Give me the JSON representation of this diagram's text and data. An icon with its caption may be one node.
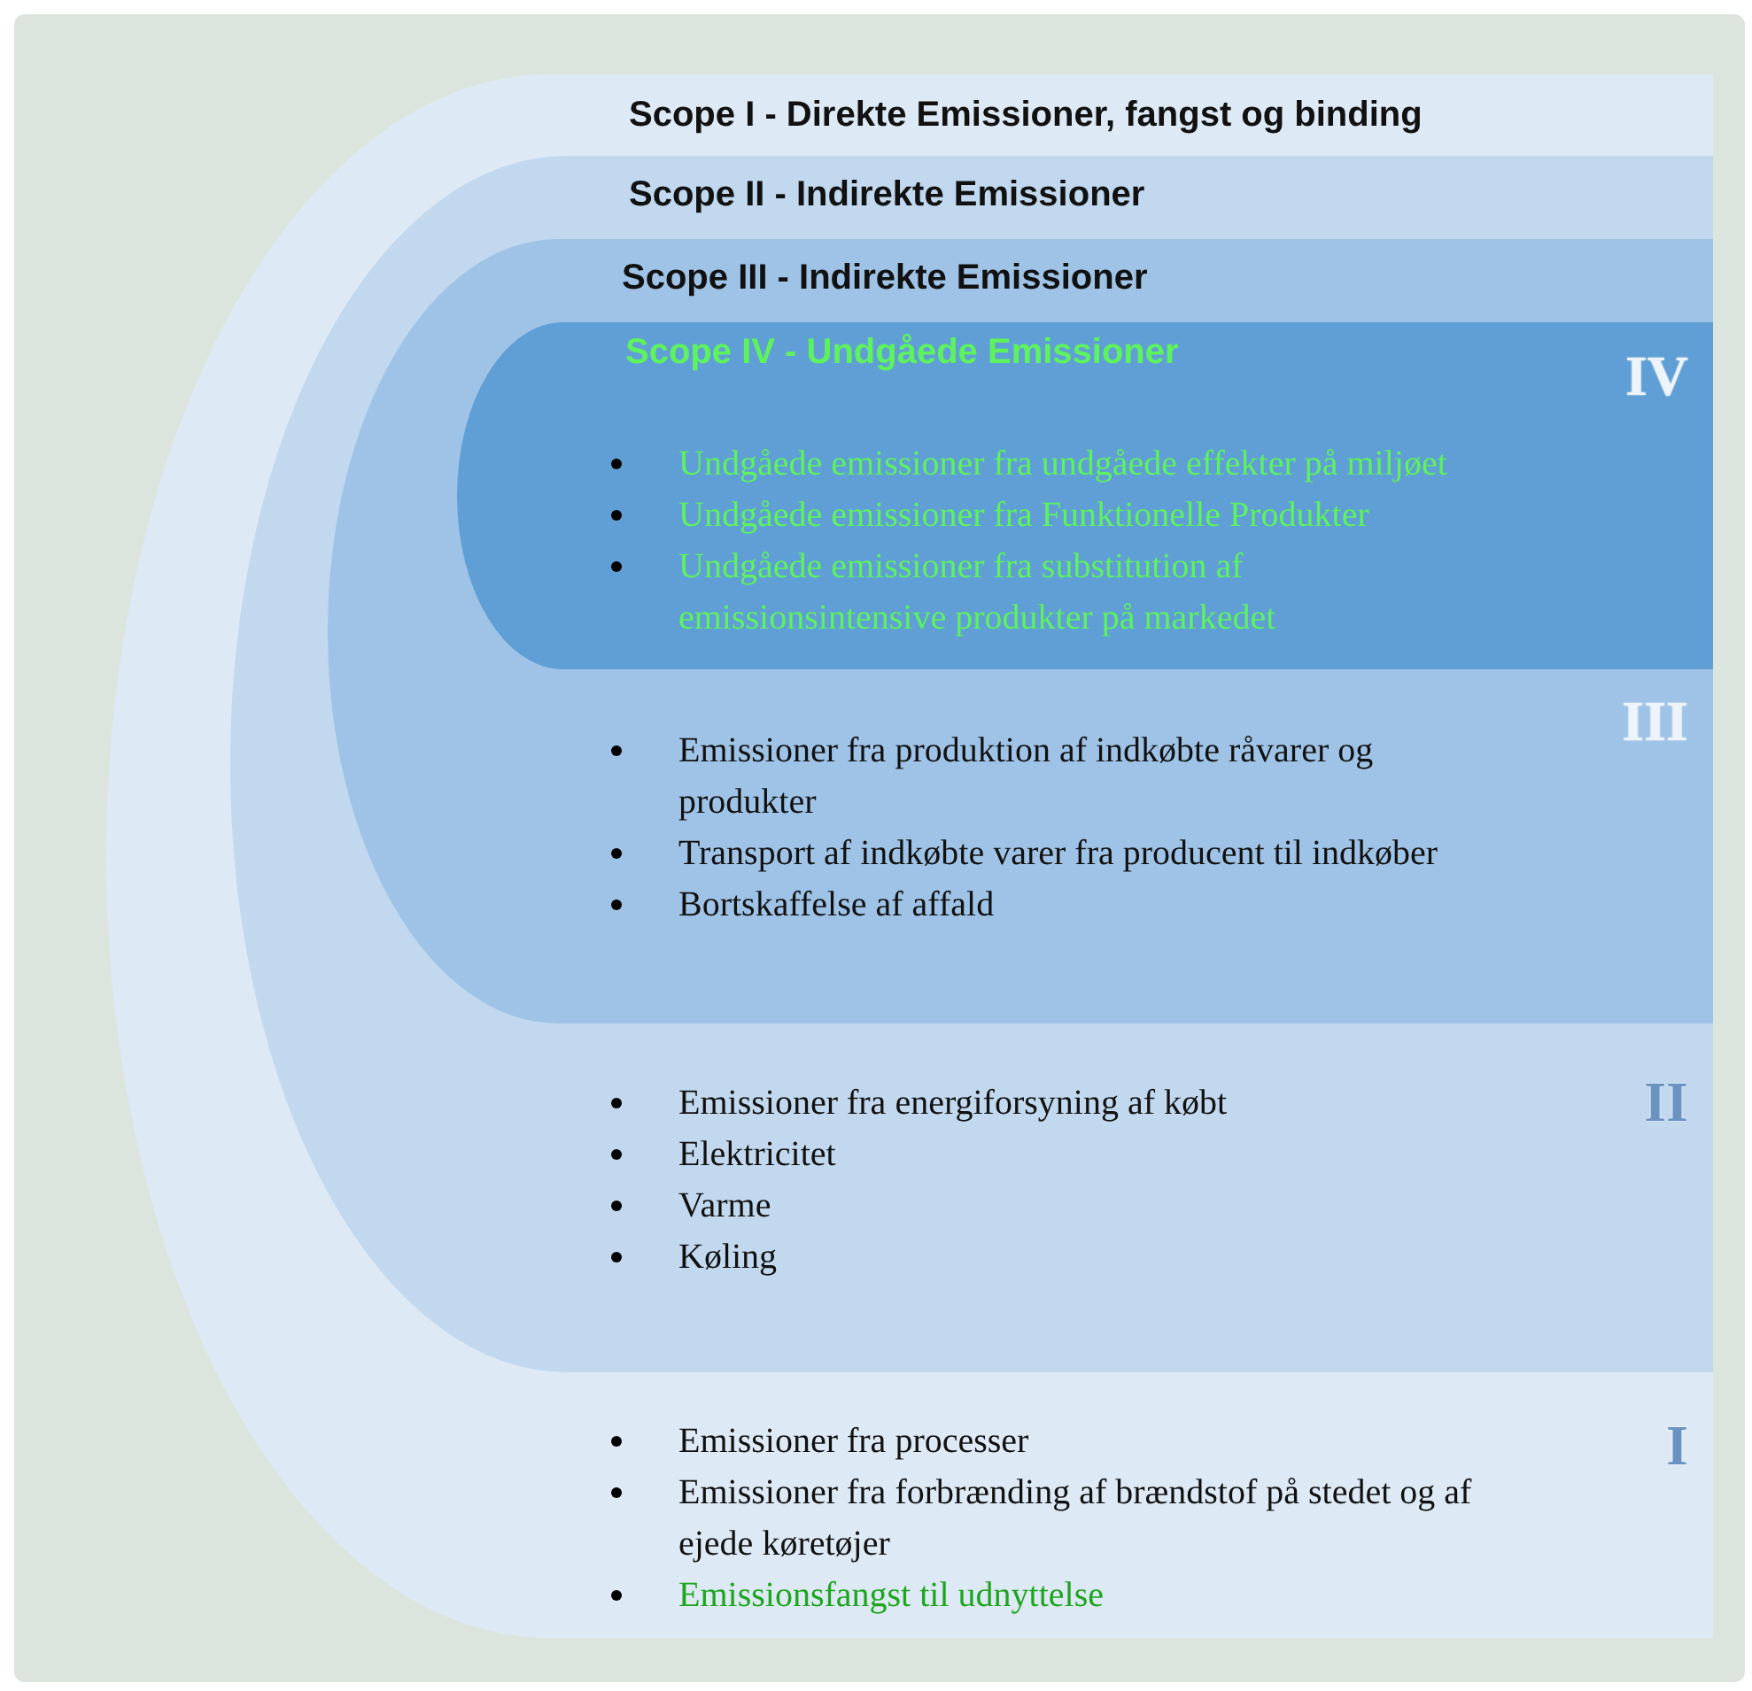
{
  "diagram": {
    "nodes": [
      {
        "text": [
          "Scope I - Direkte Emissioner, fangst og binding",
          "Emissioner fra processer",
          "Emissioner fra forbrænding af brændstof på stedet og af ejede køretøjer",
          "Emissionsfangst til udnyttelse",
          "I"
        ]
      },
      {
        "text": [
          "Scope II - Indirekte Emissioner",
          "Emissioner fra energiforsyning af købt",
          "Elektricitet",
          "Varme",
          "Køling",
          "II"
        ],
        "in": 0
      },
      {
        "text": [
          "Scope III  - Indirekte Emissioner",
          "Emissioner fra produktion af indkøbte råvarer og produkter",
          "Transport af indkøbte varer fra producent til indkøber",
          "Bortskaffelse af affald",
          "III"
        ],
        "in": 1
      },
      {
        "text": [
          "Scope IV - Undgåede Emissioner",
          "Undgåede emissioner  fra undgåede effekter på miljøet",
          "Undgåede emissioner fra Funktionelle Produkter",
          "Undgåede emissioner fra substitution af emissionsintensive produkter på markedet",
          "IV"
        ],
        "in": 2
      }
    ]
  }
}
